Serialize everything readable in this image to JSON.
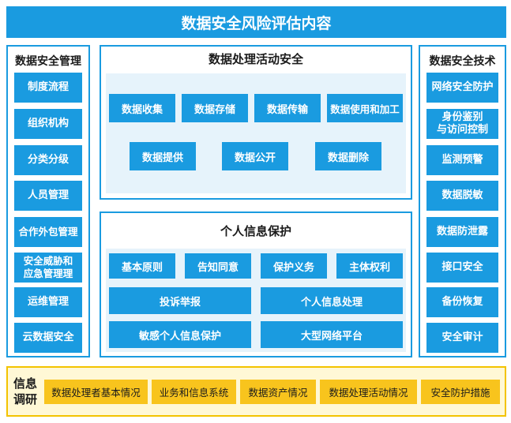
{
  "title": "数据安全风险评估内容",
  "left_panel": {
    "heading": "数据安全管理",
    "items": [
      "制度流程",
      "组织机构",
      "分类分级",
      "人员管理",
      "合作外包管理",
      "安全威胁和\n应急管理理",
      "运维管理",
      "云数据安全"
    ]
  },
  "right_panel": {
    "heading": "数据安全技术",
    "items": [
      "网络安全防护",
      "身份鉴别\n与访问控制",
      "监测预警",
      "数据脱敏",
      "数据防泄露",
      "接口安全",
      "备份恢复",
      "安全审计"
    ]
  },
  "processing": {
    "heading": "数据处理活动安全",
    "row1": [
      "数据收集",
      "数据存储",
      "数据传输",
      "数据使用和加工"
    ],
    "row2": [
      "数据提供",
      "数据公开",
      "数据删除"
    ]
  },
  "personal": {
    "heading": "个人信息保护",
    "row1": [
      "基本原则",
      "告知同意",
      "保护义务",
      "主体权利"
    ],
    "row2": [
      "投诉举报",
      "个人信息处理"
    ],
    "row3": [
      "敏感个人信息保护",
      "大型网络平台"
    ]
  },
  "survey": {
    "label_line1": "信息",
    "label_line2": "调研",
    "items": [
      "数据处理者基本情况",
      "业务和信息系统",
      "数据资产情况",
      "数据处理活动情况",
      "安全防护措施"
    ]
  },
  "colors": {
    "primary_blue": "#1a9be0",
    "light_blue": "#e6f3fb",
    "yellow": "#f8c41d",
    "light_yellow": "#fff8d6"
  }
}
